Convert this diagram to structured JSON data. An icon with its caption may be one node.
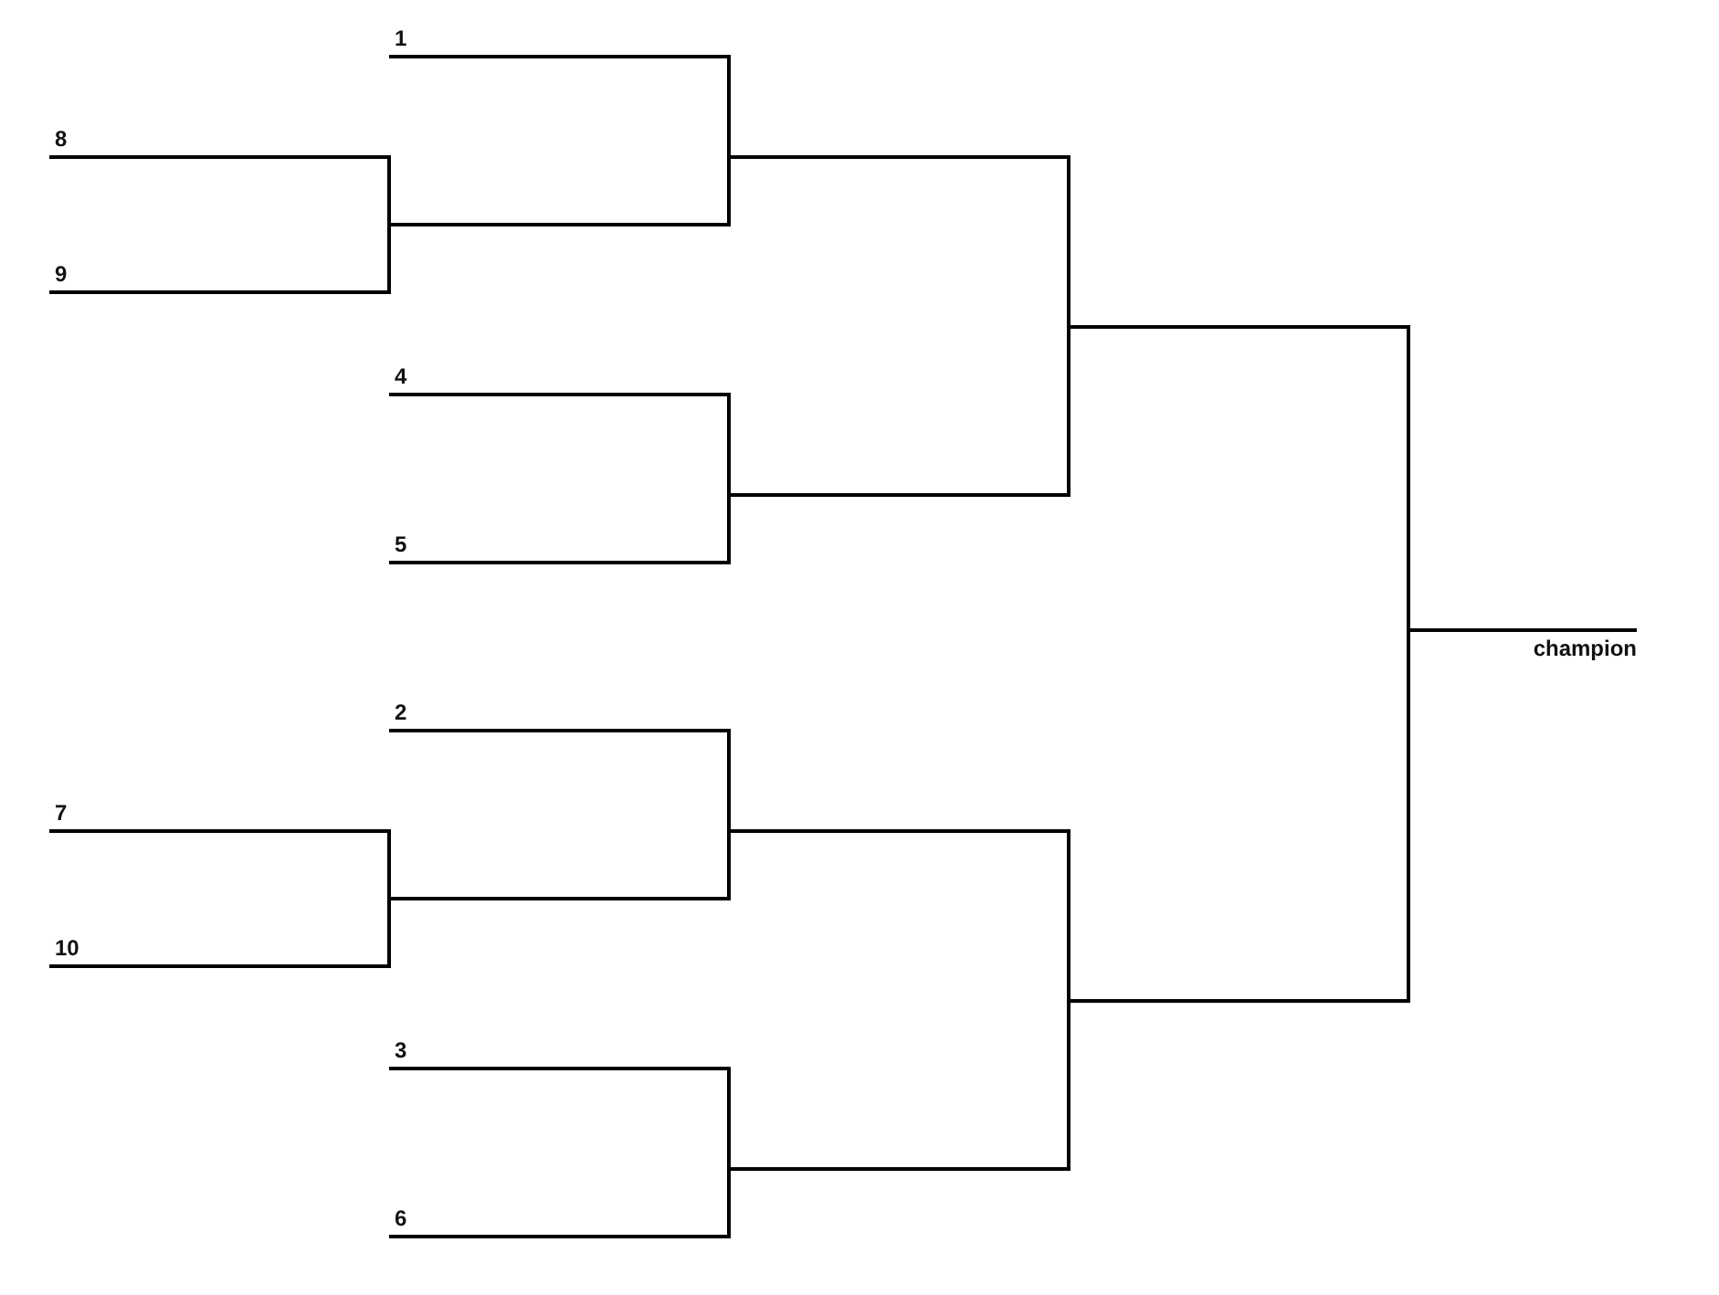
{
  "diagram": {
    "nodes": [
      {
        "text": [
          "1"
        ]
      },
      {
        "text": [
          "8"
        ]
      },
      {
        "text": [
          "9"
        ]
      },
      {
        "text": [
          "4"
        ]
      },
      {
        "text": [
          "5"
        ]
      },
      {
        "text": [
          "2"
        ]
      },
      {
        "text": [
          "7"
        ]
      },
      {
        "text": [
          "10"
        ]
      },
      {
        "text": [
          "3"
        ]
      },
      {
        "text": [
          "6"
        ]
      },
      {
        "text": [],
        "shape": "line"
      },
      {
        "text": [],
        "shape": "line"
      },
      {
        "text": [],
        "shape": "line"
      },
      {
        "text": [],
        "shape": "line"
      },
      {
        "text": [],
        "shape": "line"
      },
      {
        "text": [],
        "shape": "line"
      },
      {
        "text": [],
        "shape": "line"
      },
      {
        "text": [],
        "shape": "line"
      },
      {
        "text": [
          "champion"
        ]
      }
    ],
    "edges": [
      {
        "from": 1,
        "to": 10,
        "arrow": "none"
      },
      {
        "from": 2,
        "to": 10,
        "arrow": "none"
      },
      {
        "from": 0,
        "to": 12,
        "arrow": "none"
      },
      {
        "from": 10,
        "to": 12,
        "arrow": "none"
      },
      {
        "from": 3,
        "to": 13,
        "arrow": "none"
      },
      {
        "from": 4,
        "to": 13,
        "arrow": "none"
      },
      {
        "from": 12,
        "to": 16,
        "arrow": "none"
      },
      {
        "from": 13,
        "to": 16,
        "arrow": "none"
      },
      {
        "from": 5,
        "to": 14,
        "arrow": "none"
      },
      {
        "from": 6,
        "to": 11,
        "arrow": "none"
      },
      {
        "from": 7,
        "to": 11,
        "arrow": "none"
      },
      {
        "from": 11,
        "to": 14,
        "arrow": "none"
      },
      {
        "from": 8,
        "to": 15,
        "arrow": "none"
      },
      {
        "from": 9,
        "to": 15,
        "arrow": "none"
      },
      {
        "from": 14,
        "to": 17,
        "arrow": "none"
      },
      {
        "from": 15,
        "to": 17,
        "arrow": "none"
      },
      {
        "from": 16,
        "to": 18,
        "arrow": "none"
      },
      {
        "from": 17,
        "to": 18,
        "arrow": "none"
      }
    ]
  }
}
